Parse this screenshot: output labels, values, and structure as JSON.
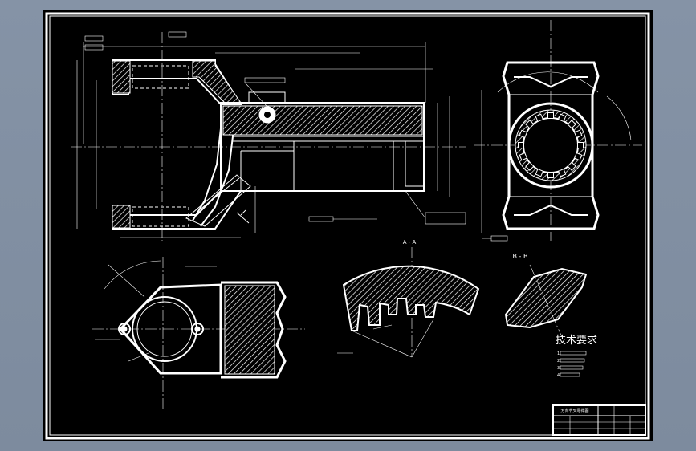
{
  "drawing": {
    "section_aa_label": "A - A",
    "section_bb_label": "B - B",
    "tech_req_title": "技术要求",
    "tech_req_items": [
      "1.",
      "2.",
      "3.",
      "4."
    ],
    "title_block": {
      "part_name": "万向节叉零件图"
    }
  }
}
